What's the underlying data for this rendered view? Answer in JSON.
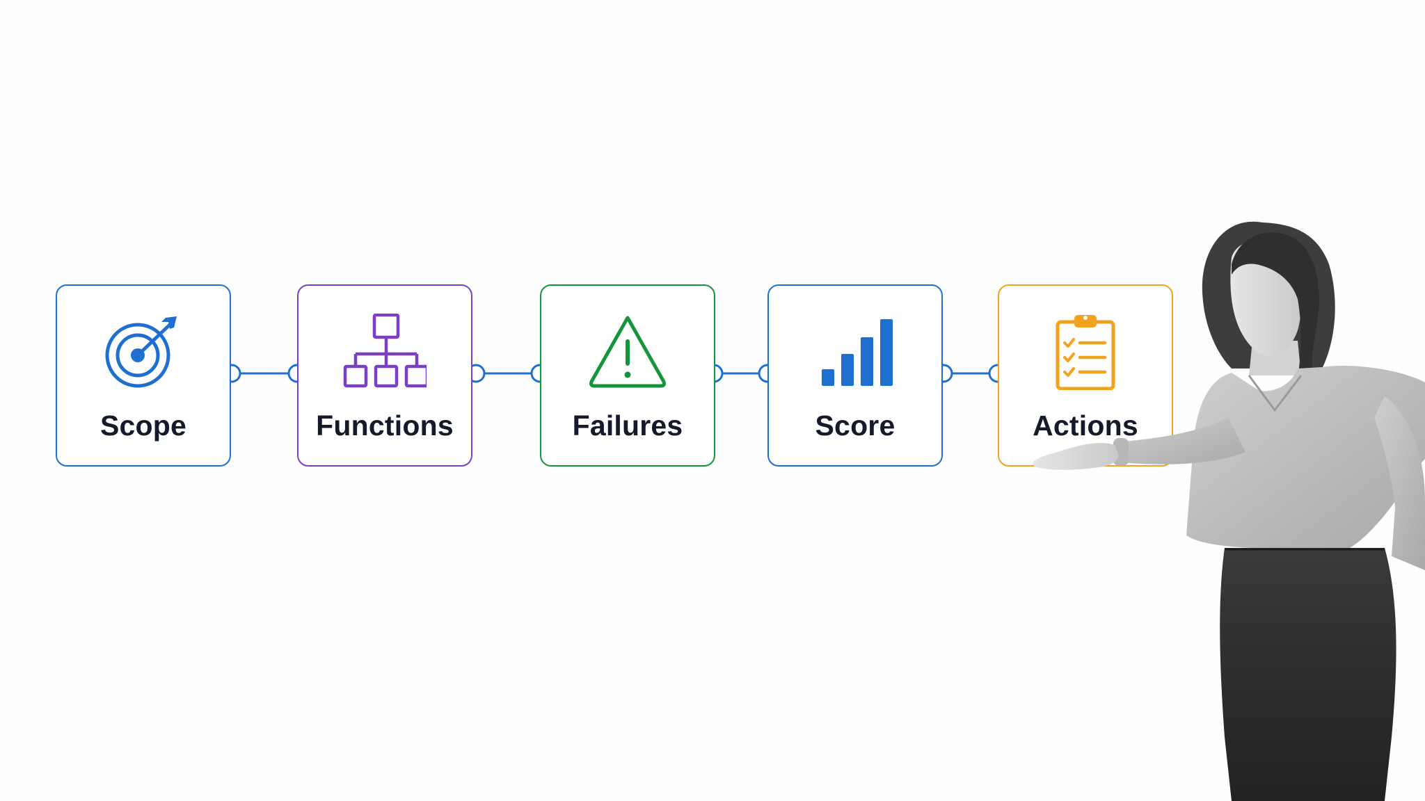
{
  "diagram": {
    "steps": [
      {
        "label": "Scope",
        "icon": "target-arrow-icon",
        "color": "#1f6fd1"
      },
      {
        "label": "Functions",
        "icon": "hierarchy-icon",
        "color": "#7b3fc7"
      },
      {
        "label": "Failures",
        "icon": "warning-triangle-icon",
        "color": "#14953c"
      },
      {
        "label": "Score",
        "icon": "signal-bars-icon",
        "color": "#1f6fd1"
      },
      {
        "label": "Actions",
        "icon": "clipboard-checklist-icon",
        "color": "#f3a21d"
      }
    ],
    "connector_color": "#1f6fd1"
  }
}
